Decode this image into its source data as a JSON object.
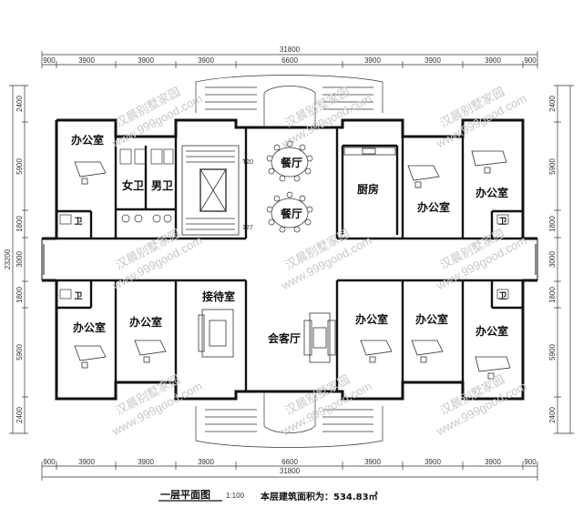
{
  "rooms": {
    "office_tl": "办公室",
    "wc_female": "女卫",
    "wc_male": "男卫",
    "dining_1": "餐厅",
    "dining_2": "餐厅",
    "kitchen": "厨房",
    "office_tr1": "办公室",
    "office_tr2": "办公室",
    "office_bl1": "办公室",
    "office_bl2": "办公室",
    "reception": "接待室",
    "meeting_hall": "会客厅",
    "office_br1": "办公室",
    "office_br2": "办公室",
    "office_br3": "办公室",
    "wc_small_1": "卫",
    "wc_small_2": "卫",
    "wc_small_3": "卫",
    "wc_small_4": "卫"
  },
  "dimensions": {
    "total_width": "31800",
    "total_height": "23200",
    "horizontal": [
      "900",
      "3900",
      "3900",
      "3900",
      "6600",
      "3900",
      "3900",
      "3900",
      "900"
    ],
    "vertical_left": [
      "2400",
      "5900",
      "1800",
      "3000",
      "1800",
      "5900",
      "2400"
    ],
    "vertical_right": [
      "2400",
      "5900",
      "1800",
      "3000",
      "1800",
      "5900",
      "2400"
    ]
  },
  "levels": {
    "level_a": "T20",
    "level_b": "127"
  },
  "watermark": {
    "brand": "汉晨别墅家园",
    "url": "www.999good.com"
  },
  "caption": {
    "title": "一层平面图",
    "scale": "1:100",
    "area_text": "本层建筑面积为：534.83㎡"
  }
}
